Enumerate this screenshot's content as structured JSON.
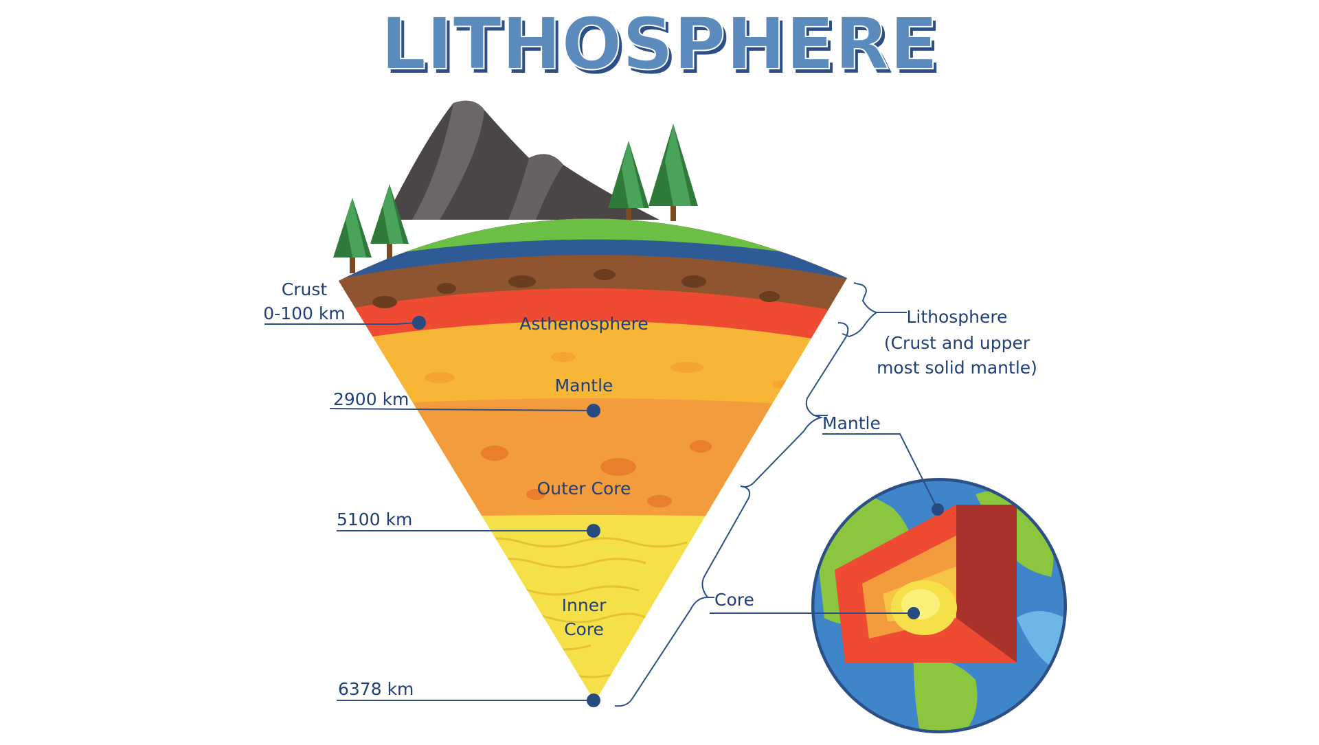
{
  "title": "LITHOSPHERE",
  "colors": {
    "title_fill": "#5b8bbd",
    "title_shadow": "#2b4f86",
    "label_text": "#1f3f75",
    "leader_line": "#2b4f86",
    "dot": "#274b7f",
    "grass": "#6cbf45",
    "water": "#3e86c9",
    "crust": "#8f5530",
    "asthenosphere": "#ef4b32",
    "mantle": "#f7b635",
    "outer_core": "#f39c3d",
    "inner_core": "#f6e04a"
  },
  "layers": {
    "asthenosphere": "Asthenosphere",
    "mantle": "Mantle",
    "outer_core": "Outer Core",
    "inner_core_line1": "Inner",
    "inner_core_line2": "Core"
  },
  "depth_labels": {
    "crust_line1": "Crust",
    "crust_line2": "0-100 km",
    "d2900": "2900 km",
    "d5100": "5100 km",
    "d6378": "6378 km"
  },
  "bracket_labels": {
    "lithosphere_line1": "Lithosphere",
    "lithosphere_line2": "(Crust and upper",
    "lithosphere_line3": "most solid mantle)",
    "mantle": "Mantle",
    "core": "Core"
  },
  "icons": [
    "mountain-icon",
    "pine-tree-icon",
    "earth-globe-icon"
  ]
}
